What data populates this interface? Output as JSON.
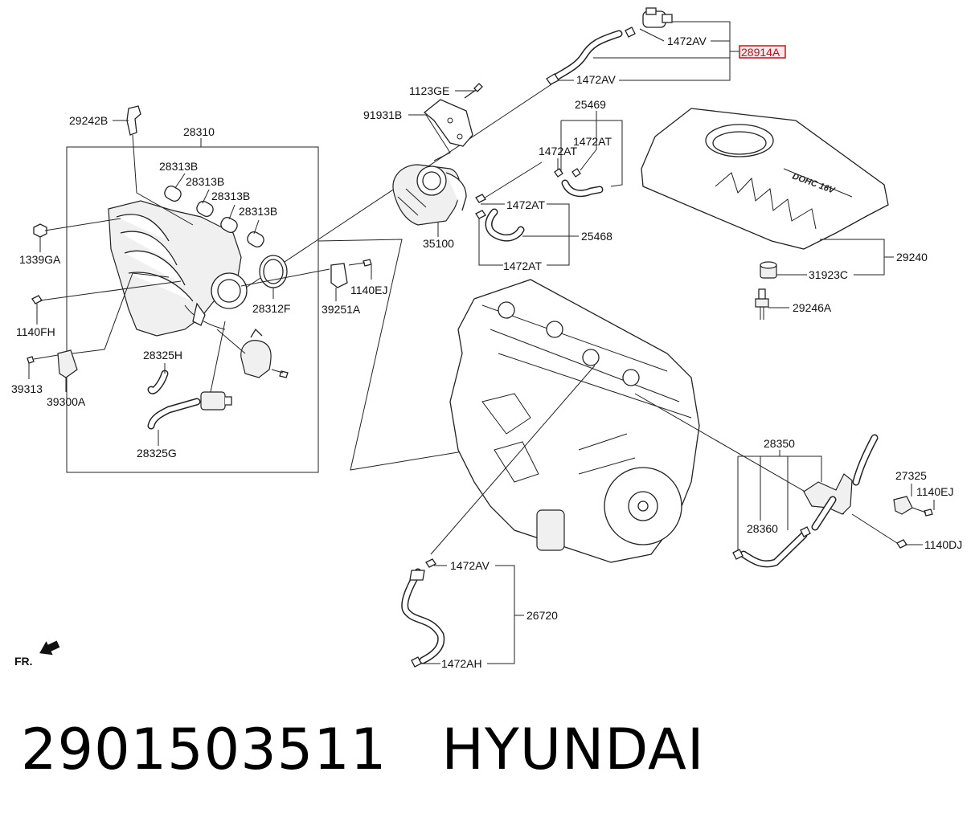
{
  "diagram": {
    "orientation_mark": "FR.",
    "highlighted_part": "28914A",
    "highlight_color": "#d0101a",
    "labels": {
      "p28914A": "28914A",
      "p1472AV_top": "1472AV",
      "p1472AV_mid": "1472AV",
      "p1472AV_bot": "1472AV",
      "p1123GE": "1123GE",
      "p91931B": "91931B",
      "p25469": "25469",
      "p1472AT_a": "1472AT",
      "p1472AT_b": "1472AT",
      "p1472AT_c": "1472AT",
      "p1472AT_d": "1472AT",
      "p25468": "25468",
      "p35100": "35100",
      "p29242B": "29242B",
      "p28310": "28310",
      "p28313B_1": "28313B",
      "p28313B_2": "28313B",
      "p28313B_3": "28313B",
      "p28313B_4": "28313B",
      "p1339GA": "1339GA",
      "p28312F": "28312F",
      "p1140EJ_a": "1140EJ",
      "p39251A": "39251A",
      "p1140FH": "1140FH",
      "p28325H": "28325H",
      "p39313": "39313",
      "p39300A": "39300A",
      "p28325G": "28325G",
      "p29240": "29240",
      "p31923C": "31923C",
      "p29246A": "29246A",
      "p28350": "28350",
      "p27325": "27325",
      "p1140EJ_b": "1140EJ",
      "p28360": "28360",
      "p1140DJ": "1140DJ",
      "p26720": "26720",
      "p1472AH": "1472AH"
    }
  },
  "caption": {
    "part_number": "2901503511",
    "brand": "HYUNDAI"
  }
}
